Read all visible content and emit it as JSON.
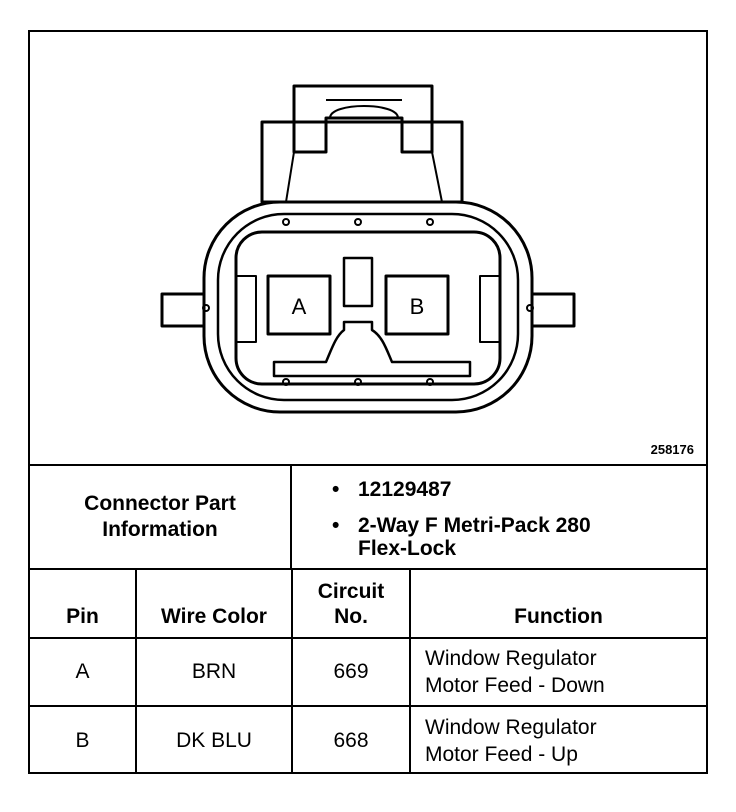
{
  "diagram": {
    "figure_id": "258176",
    "pin_labels": [
      "A",
      "B"
    ]
  },
  "connector_info": {
    "heading_line1": "Connector Part",
    "heading_line2": "Information",
    "bullet_char": "•",
    "part_number": "12129487",
    "description_line1": "2-Way F Metri-Pack 280",
    "description_line2": "Flex-Lock"
  },
  "table": {
    "headers": {
      "pin": "Pin",
      "wire_color": "Wire Color",
      "circuit_line1": "Circuit",
      "circuit_line2": "No.",
      "function": "Function"
    },
    "rows": [
      {
        "pin": "A",
        "wire_color": "BRN",
        "circuit": "669",
        "function_line1": "Window Regulator",
        "function_line2": "Motor Feed - Down"
      },
      {
        "pin": "B",
        "wire_color": "DK BLU",
        "circuit": "668",
        "function_line1": "Window Regulator",
        "function_line2": "Motor Feed - Up"
      }
    ]
  }
}
